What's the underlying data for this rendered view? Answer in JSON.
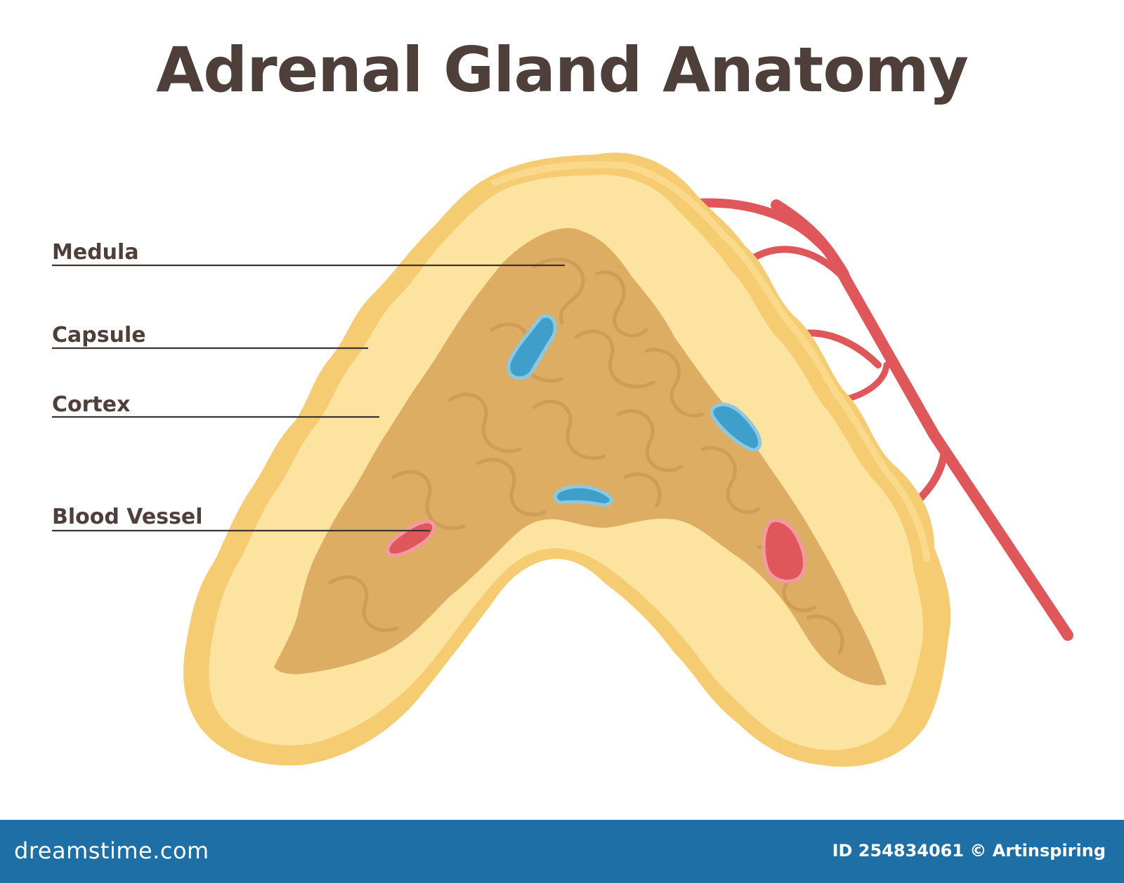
{
  "title": "Adrenal Gland Anatomy",
  "labels": {
    "medula": "Medula",
    "capsule": "Capsule",
    "cortex": "Cortex",
    "blood_vessel": "Blood Vessel"
  },
  "footer": {
    "brand": "dreamstime.com",
    "stock_id": "ID 254834061",
    "author": "© Artinspiring"
  },
  "colors": {
    "title": "#4e3f3b",
    "capsule_outer": "#f6cc72",
    "cortex": "#fde3a0",
    "medulla": "#dcad62",
    "blood_vessel_red": "#e0575b",
    "vein_blue": "#3f9fca",
    "footer_bg": "#1d6fa5"
  }
}
